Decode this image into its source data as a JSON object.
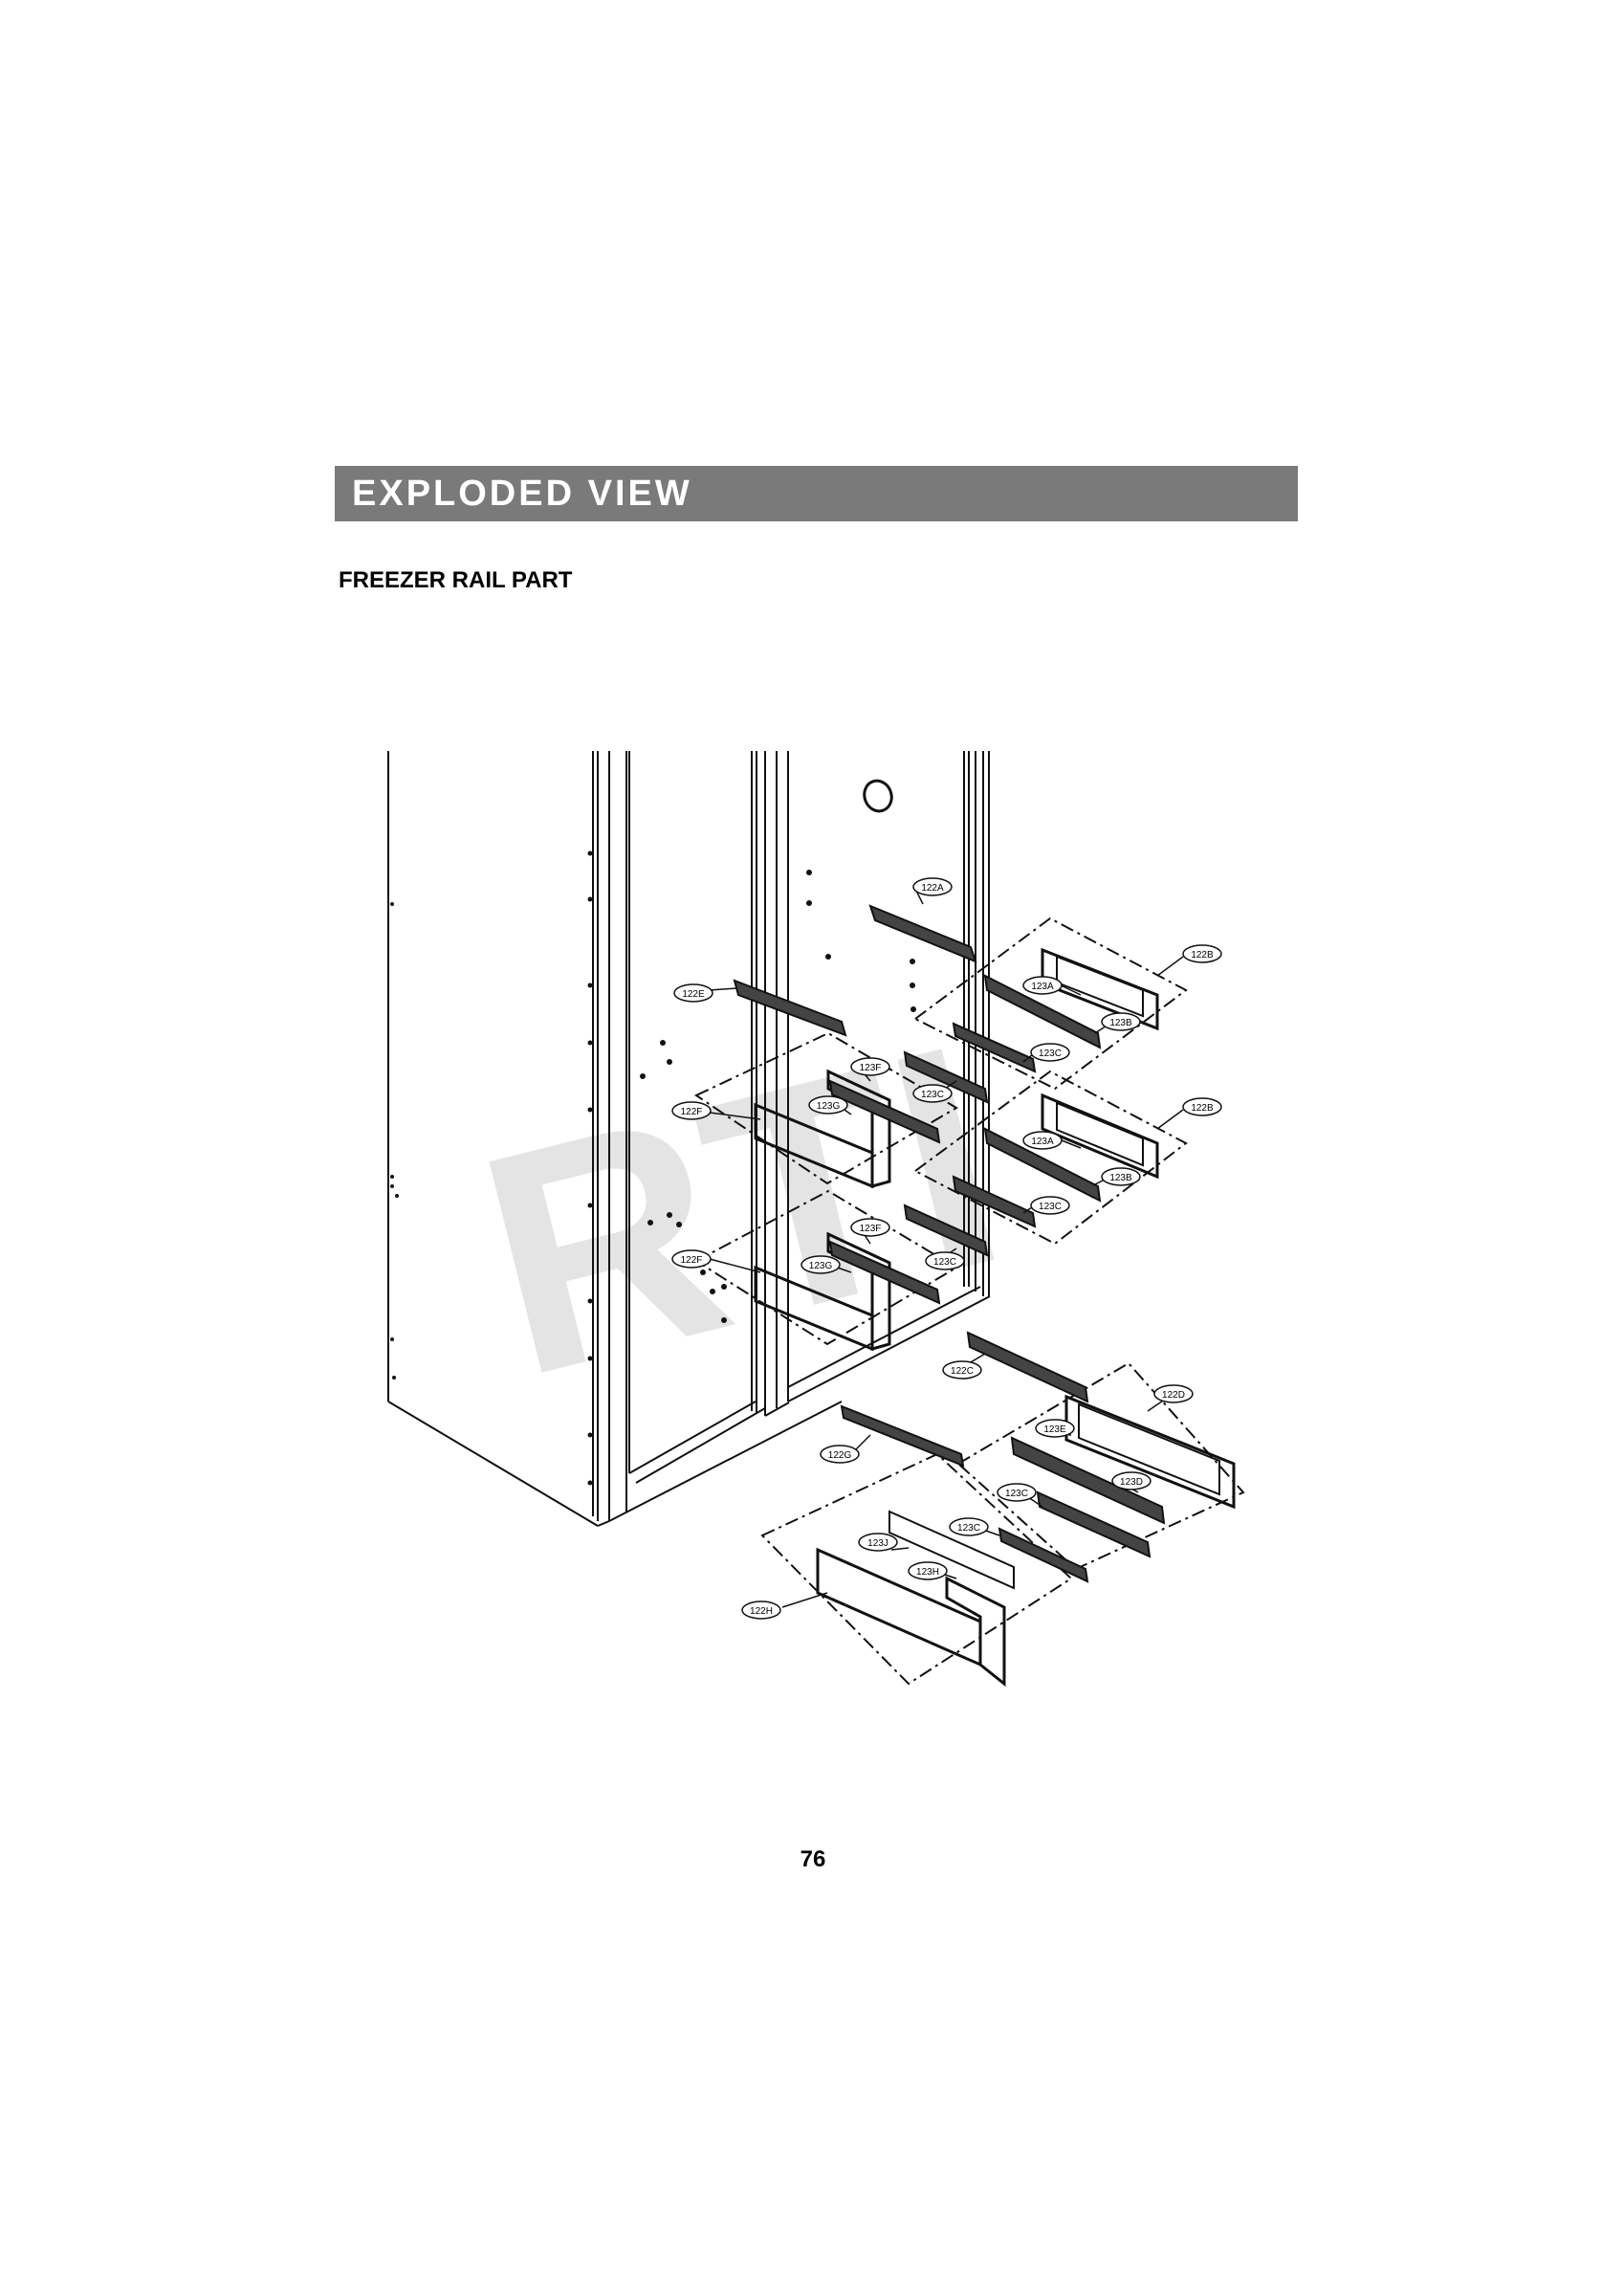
{
  "header": {
    "title": "EXPLODED VIEW"
  },
  "section": {
    "title": "FREEZER RAIL PART"
  },
  "page": {
    "number": "76"
  },
  "watermark": {
    "text": "RTI"
  },
  "callouts": [
    {
      "id": "c-122a-top",
      "text": "122A"
    },
    {
      "id": "c-122b-1",
      "text": "122B"
    },
    {
      "id": "c-123a-1",
      "text": "123A"
    },
    {
      "id": "c-123b-1",
      "text": "123B"
    },
    {
      "id": "c-123c-1",
      "text": "123C"
    },
    {
      "id": "c-122e-1",
      "text": "122E"
    },
    {
      "id": "c-123f-1",
      "text": "123F"
    },
    {
      "id": "c-123g-1",
      "text": "123G"
    },
    {
      "id": "c-122f-1",
      "text": "122F"
    },
    {
      "id": "c-123c-2",
      "text": "123C"
    },
    {
      "id": "c-122b-2",
      "text": "122B"
    },
    {
      "id": "c-123a-2",
      "text": "123A"
    },
    {
      "id": "c-123b-2",
      "text": "123B"
    },
    {
      "id": "c-123c-3",
      "text": "123C"
    },
    {
      "id": "c-123f-2",
      "text": "123F"
    },
    {
      "id": "c-123g-2",
      "text": "123G"
    },
    {
      "id": "c-122f-2",
      "text": "122F"
    },
    {
      "id": "c-123c-4",
      "text": "123C"
    },
    {
      "id": "c-122c",
      "text": "122C"
    },
    {
      "id": "c-122d",
      "text": "122D"
    },
    {
      "id": "c-123e",
      "text": "123E"
    },
    {
      "id": "c-123d",
      "text": "123D"
    },
    {
      "id": "c-123c-5",
      "text": "123C"
    },
    {
      "id": "c-122g",
      "text": "122G"
    },
    {
      "id": "c-123c-6",
      "text": "123C"
    },
    {
      "id": "c-123j",
      "text": "123J"
    },
    {
      "id": "c-123h",
      "text": "123H"
    },
    {
      "id": "c-122h",
      "text": "122H"
    }
  ]
}
